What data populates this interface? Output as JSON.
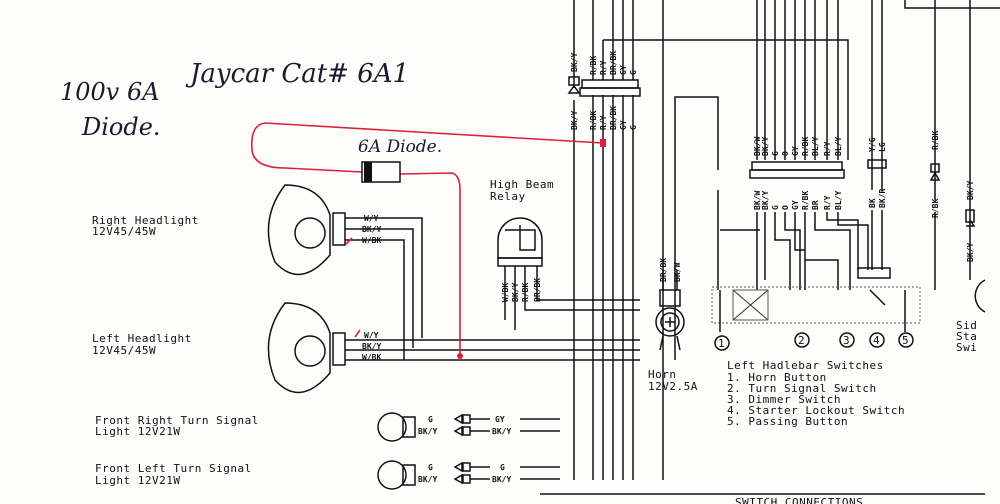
{
  "annotations": {
    "rating": "100v 6A",
    "diode": "Diode.",
    "jaycar": "Jaycar Cat# 6A1",
    "diode_label": "6A Diode."
  },
  "headlights": {
    "right": {
      "name": "Right Headlight",
      "rating": "12V45/45W",
      "wires": [
        "W/Y",
        "BK/Y",
        "W/BK"
      ]
    },
    "left": {
      "name": "Left Headlight",
      "rating": "12V45/45W",
      "wires": [
        "W/Y",
        "BK/Y",
        "W/BK"
      ]
    }
  },
  "relay": {
    "line1": "High Beam",
    "line2": "Relay",
    "wires": [
      "W/BK",
      "BK/Y",
      "R/BK",
      "BR/BK"
    ]
  },
  "connector_top": {
    "diode_top": "BK/Y",
    "diode_bottom": "BK/Y",
    "top": [
      "R/BK",
      "R/Y",
      "BR/BK",
      "GY",
      "G"
    ],
    "bottom": [
      "R/BK",
      "R/Y",
      "BR/BK",
      "GY",
      "G"
    ]
  },
  "connector_mid": {
    "top": [
      "BK/W",
      "BK/Y",
      "G",
      "O",
      "GY",
      "R/BK",
      "BL/Y",
      "R/Y",
      "BL/Y"
    ],
    "bottom": [
      "BK/W",
      "BK/Y",
      "G",
      "O",
      "GY",
      "R/BK",
      "BR",
      "R/Y",
      "BL/Y"
    ]
  },
  "connector_right": {
    "top": [
      "Y/G",
      "LG"
    ],
    "bottom": [
      "BK",
      "BK/R"
    ]
  },
  "diode_right": {
    "top": "R/BK",
    "bottom": "R/BK"
  },
  "diode_far": {
    "top": "BK/Y",
    "bottom": "BK/Y"
  },
  "horn": {
    "wires": [
      "BR/BK",
      "BK/W"
    ],
    "name": "Horn",
    "rating": "12V2.5A"
  },
  "switches": {
    "numbers": [
      "1",
      "2",
      "3",
      "4",
      "5"
    ],
    "title": "Left Hadlebar Switches",
    "items": [
      "1.  Horn Button",
      "2.  Turn Signal Switch",
      "3.  Dimmer Switch",
      "4.  Starter Lockout Switch",
      "5.  Passing Button"
    ]
  },
  "side_stand": [
    "Sid",
    "Sta",
    "Swi"
  ],
  "turn_signals": {
    "right": {
      "name": "Front Right Turn Signal",
      "rating": "Light 12V21W",
      "wires": [
        "G",
        "BK/Y"
      ],
      "harness": [
        "GY",
        "BK/Y"
      ]
    },
    "left": {
      "name": "Front Left Turn Signal",
      "rating": "Light 12V21W",
      "wires": [
        "G",
        "BK/Y"
      ],
      "harness": [
        "G",
        "BK/Y"
      ]
    }
  },
  "footer": "SWITCH CONNECTIONS",
  "colors": {
    "ink": "#111111",
    "red_wire": "#e0203a"
  }
}
